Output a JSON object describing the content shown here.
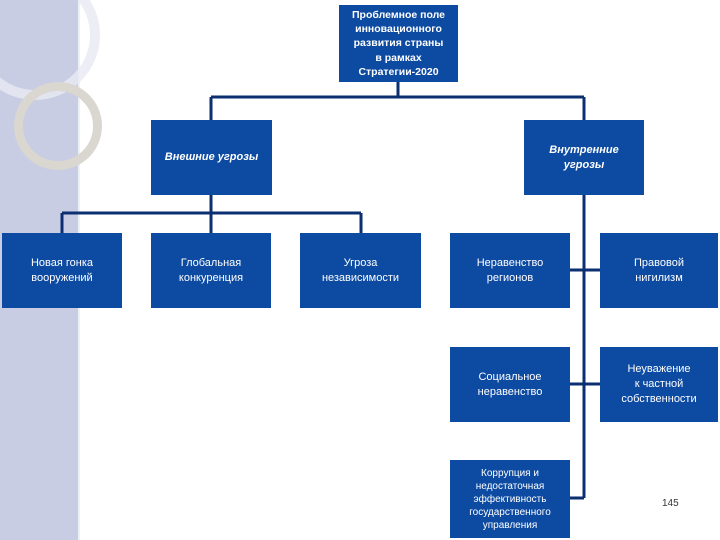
{
  "root": {
    "label": "Проблемное поле\nинновационного\nразвития страны\nв рамках Стратегии-2020"
  },
  "external": {
    "label": "Внешние угрозы",
    "children": [
      "Новая гонка\nвооружений",
      "Глобальная\nконкуренция",
      "Угроза\nнезависимости"
    ]
  },
  "internal": {
    "label": "Внутренние угрозы",
    "left_children": [
      "Неравенство\nрегионов",
      "Социальное\nнеравенство",
      "Коррупция и\nнедостаточная\nэффективность\nгосударственного\nуправления"
    ],
    "right_children": [
      "Правовой\nнигилизм",
      "Неуважение\nк частной\nсобственности"
    ]
  },
  "page_number": "145",
  "colors": {
    "box": "#0d4aa2",
    "line": "#0b2f70",
    "sidebar": "#c9cde3"
  }
}
